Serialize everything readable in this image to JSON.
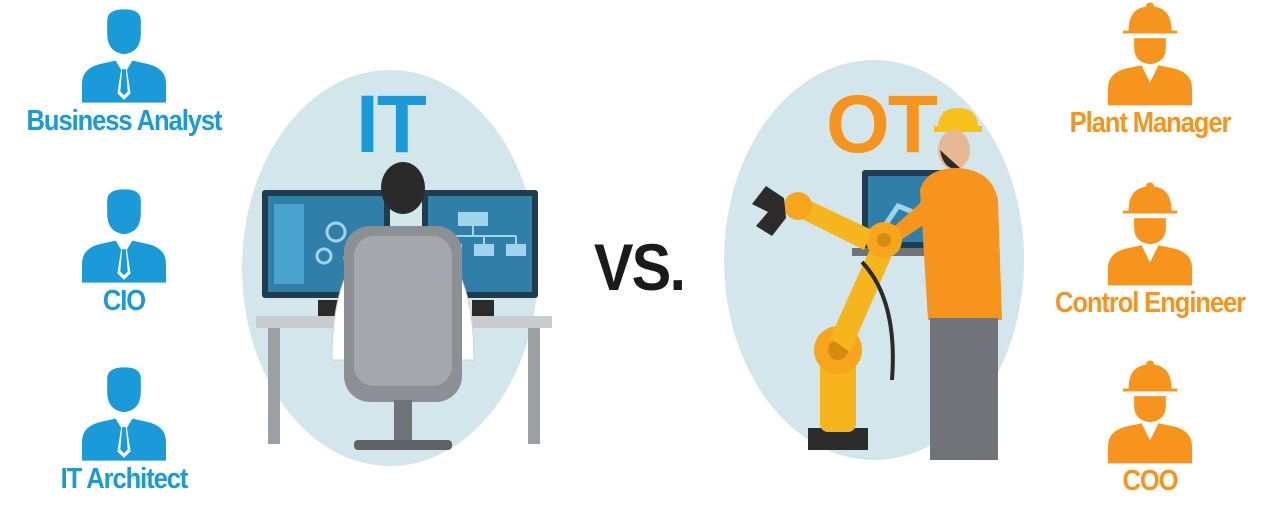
{
  "it": {
    "title": "IT",
    "color": "#1a9ad9",
    "roles": [
      {
        "label": "Business Analyst",
        "icon": "businessman-icon"
      },
      {
        "label": "CIO",
        "icon": "businessman-icon"
      },
      {
        "label": "IT Architect",
        "icon": "businessman-icon"
      }
    ]
  },
  "ot": {
    "title": "OT",
    "color": "#f7941d",
    "roles": [
      {
        "label": "Plant Manager",
        "icon": "hardhat-worker-icon"
      },
      {
        "label": "Control Engineer",
        "icon": "hardhat-worker-icon"
      },
      {
        "label": "COO",
        "icon": "hardhat-worker-icon"
      }
    ]
  },
  "separator": "VS."
}
